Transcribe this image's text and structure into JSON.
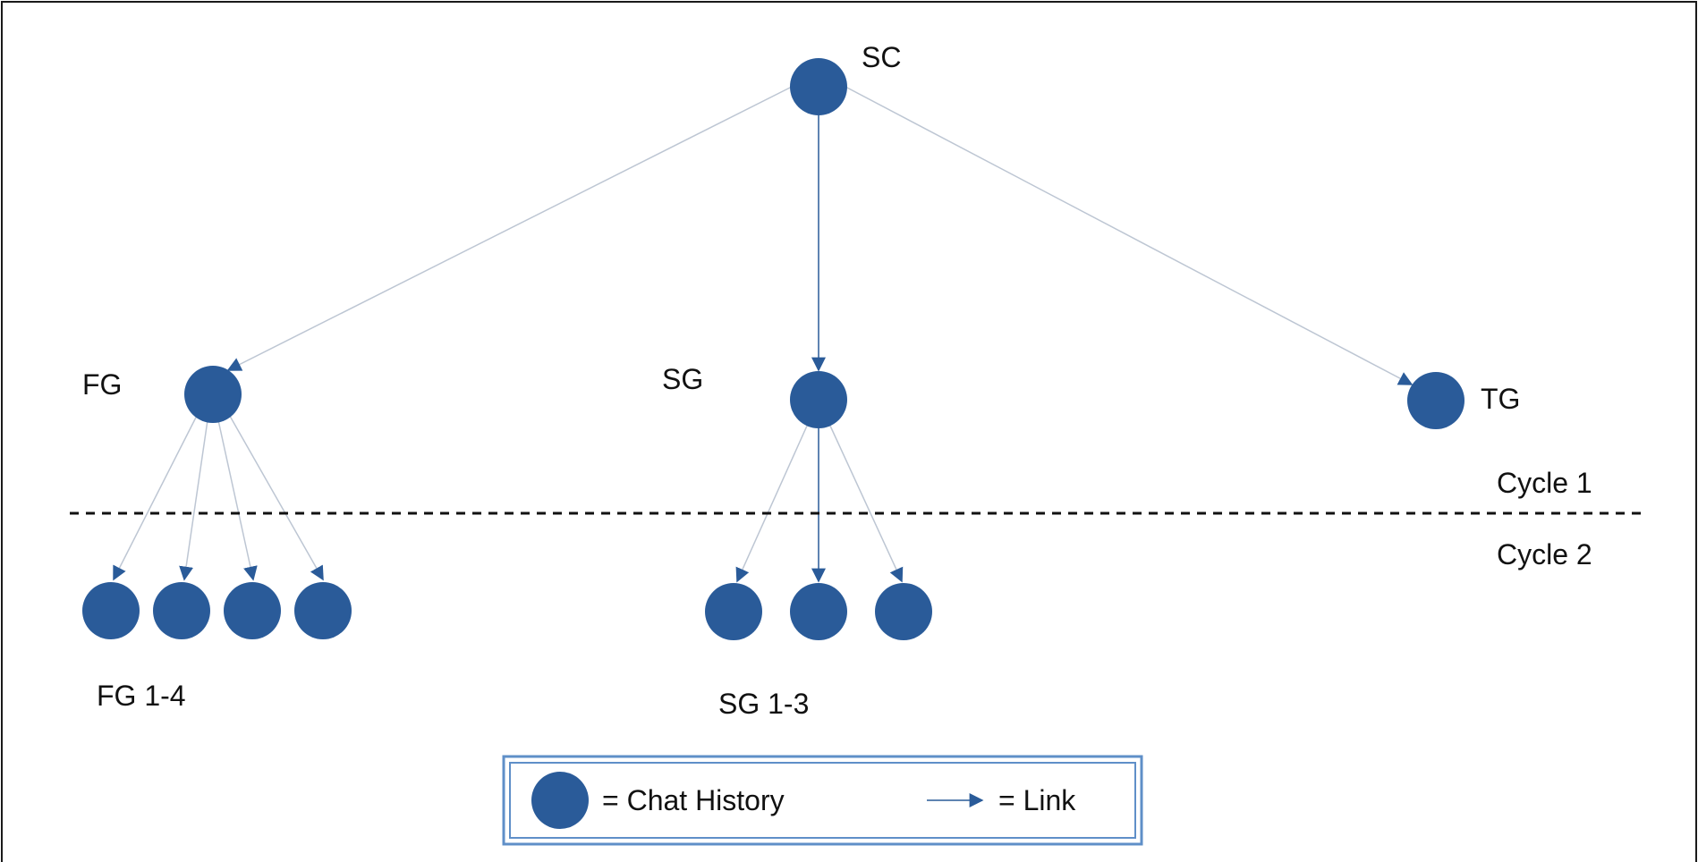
{
  "colors": {
    "node": "#2a5b99",
    "edge_light": "#bdc6d3",
    "edge_dark": "#2a5b99",
    "legend_border": "#5f8fc8",
    "border": "#1a1a1a",
    "divider": "#111111"
  },
  "nodes": {
    "sc": {
      "label": "SC"
    },
    "fg": {
      "label": "FG"
    },
    "sg": {
      "label": "SG"
    },
    "tg": {
      "label": "TG"
    }
  },
  "groups": {
    "fg_children": {
      "label": "FG 1-4",
      "count": 4
    },
    "sg_children": {
      "label": "SG 1-3",
      "count": 3
    }
  },
  "cycles": {
    "cycle1": "Cycle 1",
    "cycle2": "Cycle 2"
  },
  "legend": {
    "chat_history": "= Chat History",
    "link": "= Link"
  }
}
